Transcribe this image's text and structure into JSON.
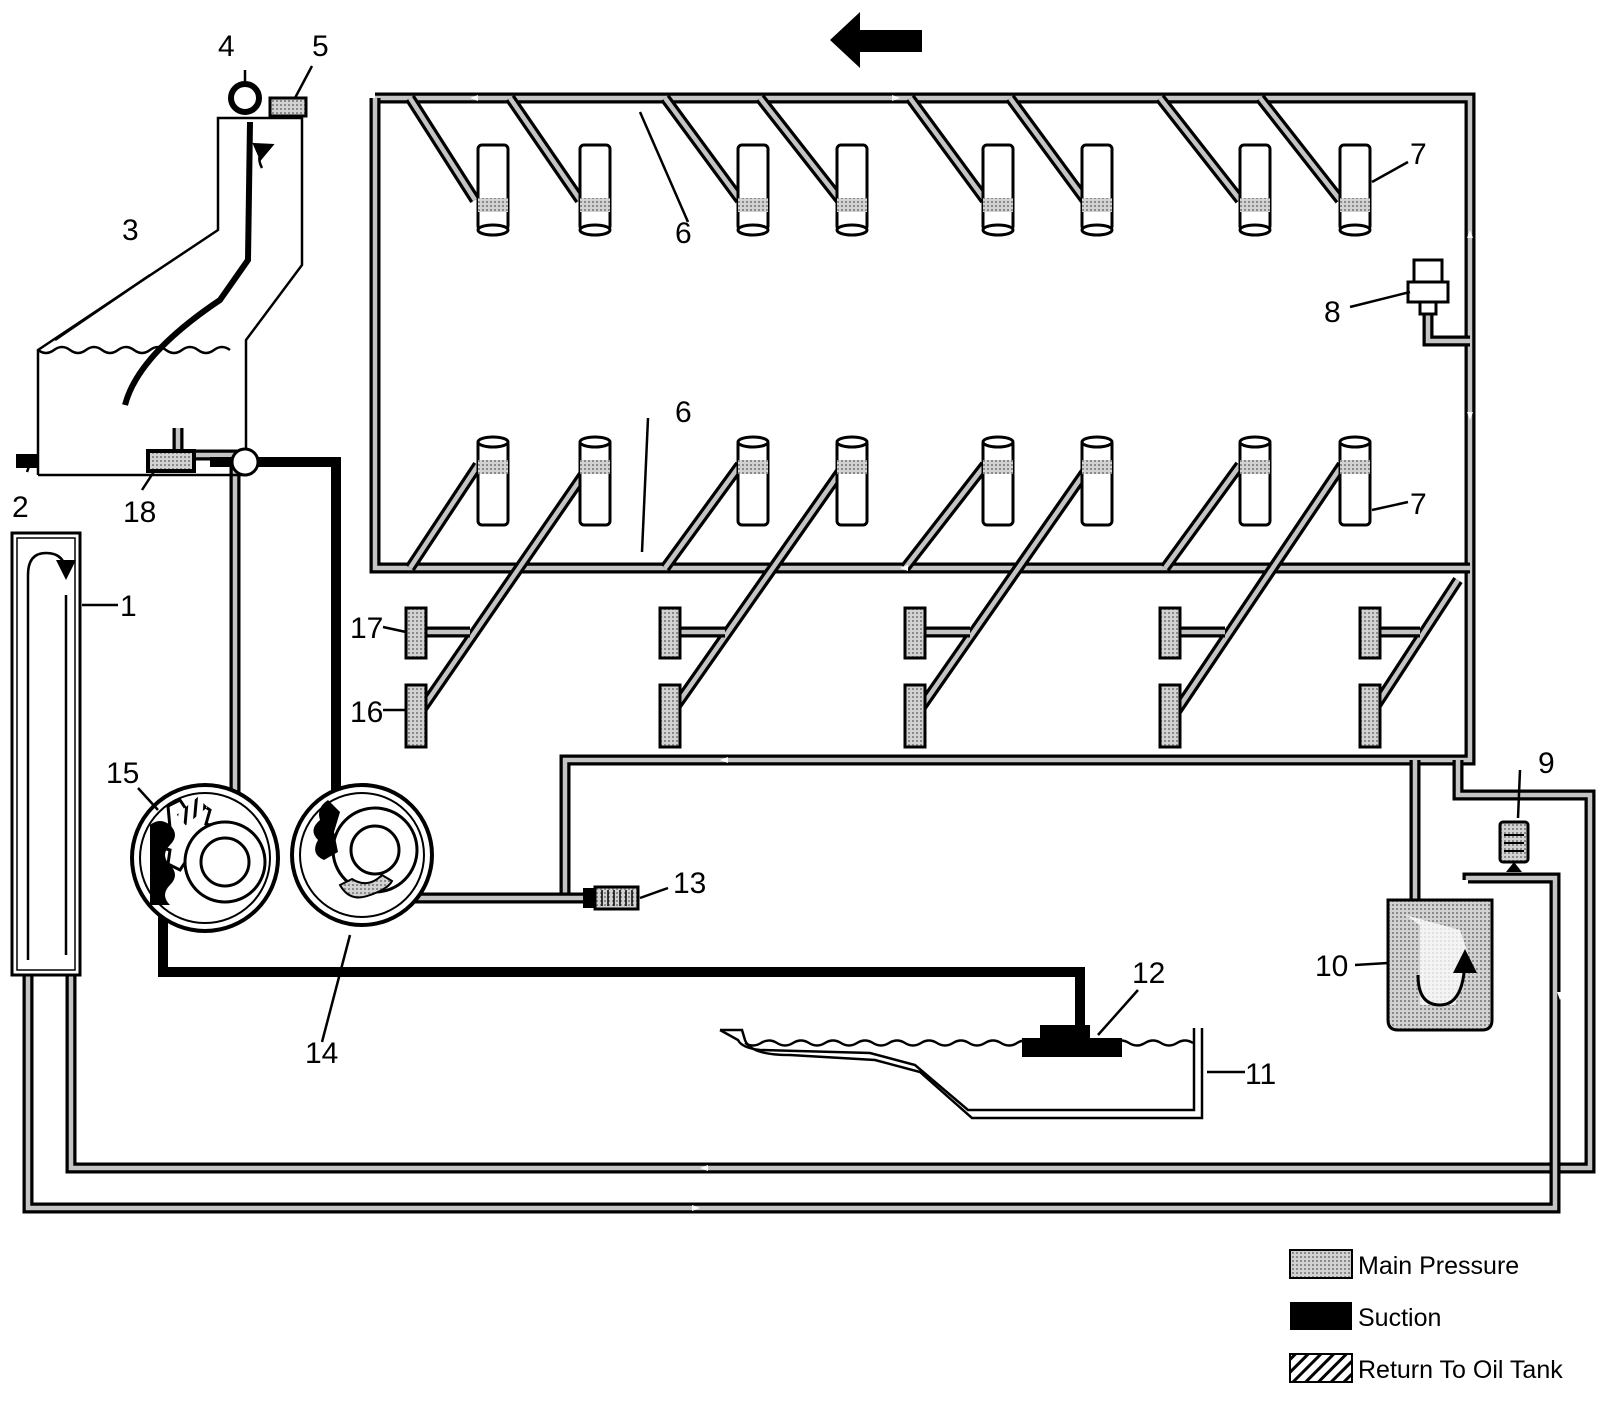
{
  "callouts": {
    "c1": "1",
    "c2": "2",
    "c3": "3",
    "c4": "4",
    "c5": "5",
    "c6a": "6",
    "c6b": "6",
    "c7a": "7",
    "c7b": "7",
    "c8": "8",
    "c9": "9",
    "c10": "10",
    "c11": "11",
    "c12": "12",
    "c13": "13",
    "c14": "14",
    "c15": "15",
    "c16": "16",
    "c17": "17",
    "c18": "18"
  },
  "legend": {
    "main_pressure": "Main Pressure",
    "suction": "Suction",
    "return_to_oil_tank": "Return To Oil Tank"
  },
  "colors": {
    "main_pressure": "#b5b5b5",
    "suction": "#000000",
    "line": "#000000"
  },
  "icons": {
    "direction": "arrow-left-icon"
  }
}
